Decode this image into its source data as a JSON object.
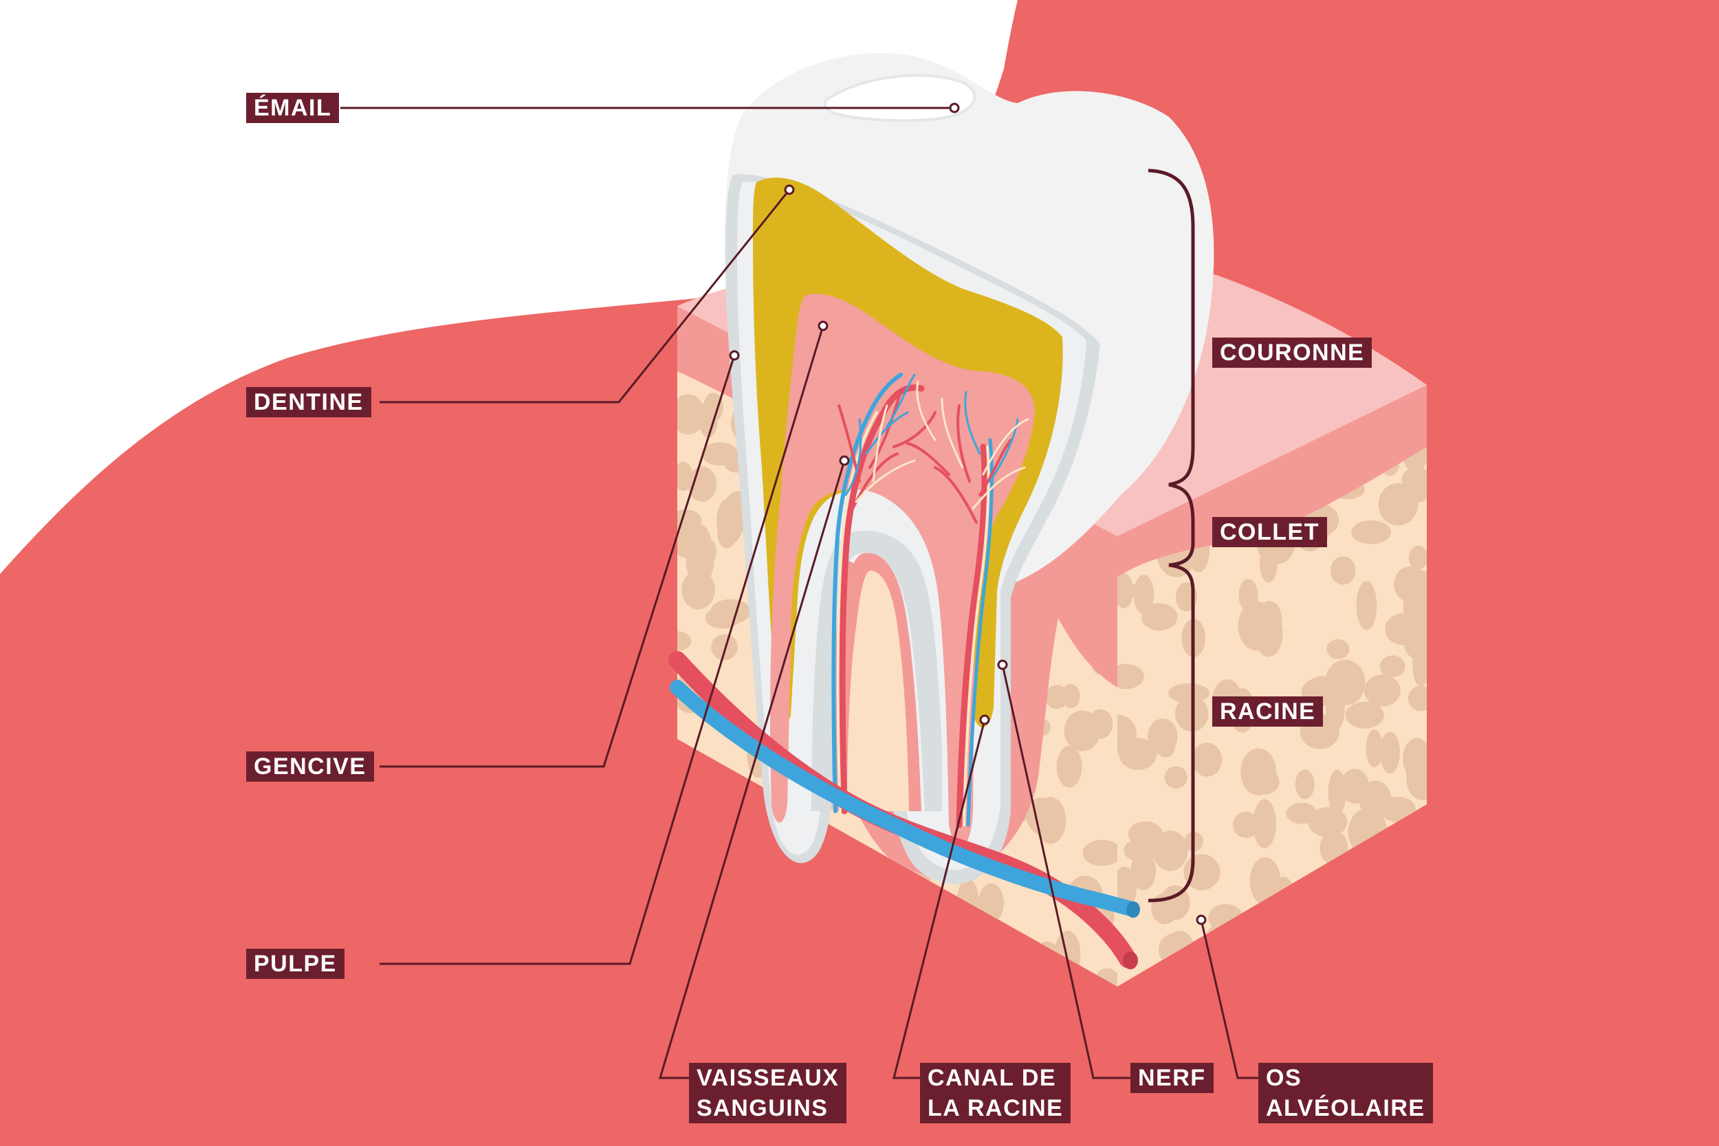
{
  "labels": {
    "email": "ÉMAIL",
    "dentine": "DENTINE",
    "gencive": "GENCIVE",
    "pulpe": "PULPE",
    "vaisseaux_line1": "VAISSEAUX",
    "vaisseaux_line2": "SANGUINS",
    "canal_line1": "CANAL DE",
    "canal_line2": "LA RACINE",
    "nerf": "NERF",
    "os_line1": "OS",
    "os_line2": "ALVÉOLAIRE",
    "couronne": "COURONNE",
    "collet": "COLLET",
    "racine": "RACINE"
  },
  "colors": {
    "background": "#ffffff",
    "coral": "#ec6765",
    "gum": "#f39a97",
    "gum_light": "#f8c2c0",
    "bone": "#fce0c4",
    "bone_spot": "#e8c5a6",
    "enamel": "#f2f2f2",
    "enamel_shade": "#d8dde0",
    "dentine": "#dcb51e",
    "pulp": "#f4a09c",
    "artery": "#e4505f",
    "vein": "#3ea5dc",
    "nerve": "#fbe6c8",
    "label_bg": "#6b1f2e",
    "leader": "#5a1a26"
  },
  "icons": {
    "leader_end": "small-circle-marker",
    "bracket": "curly-brace"
  }
}
